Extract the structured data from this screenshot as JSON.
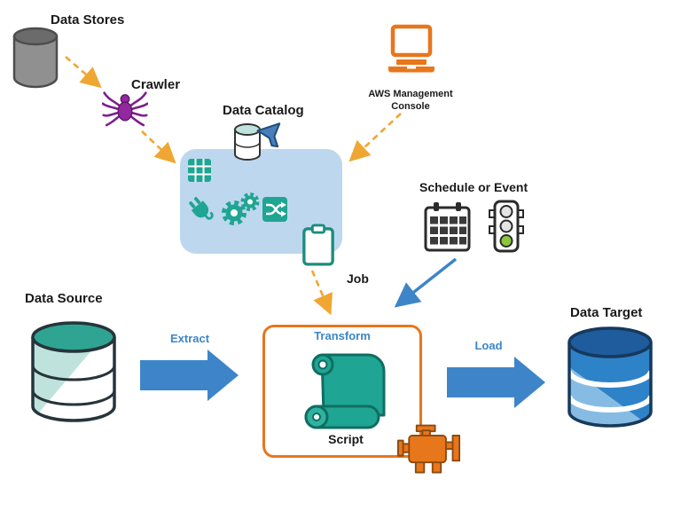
{
  "nodes": {
    "data_stores": {
      "label": "Data Stores",
      "icon": "database-cylinder-icon"
    },
    "crawler": {
      "label": "Crawler",
      "icon": "spider-icon"
    },
    "data_catalog": {
      "label": "Data Catalog",
      "icons": [
        "catalog-database-funnel-icon",
        "table-grid-icon",
        "plug-icon",
        "gears-icon",
        "shuffle-icon"
      ]
    },
    "aws_console": {
      "label": "AWS Management Console",
      "icon": "laptop-icon"
    },
    "schedule_or_event": {
      "label": "Schedule or Event",
      "icons": [
        "calendar-icon",
        "traffic-light-icon"
      ]
    },
    "job": {
      "label": "Job",
      "icon": "clipboard-icon"
    },
    "data_source": {
      "label": "Data Source",
      "icon": "database-cylinder-icon"
    },
    "transform": {
      "label": "Transform",
      "script_label": "Script",
      "icons": [
        "scroll-script-icon",
        "engine-icon"
      ]
    },
    "data_target": {
      "label": "Data Target",
      "icon": "database-cylinder-icon"
    }
  },
  "flows": {
    "extract": {
      "label": "Extract"
    },
    "load": {
      "label": "Load"
    }
  },
  "colors": {
    "aws_orange": "#E8761B",
    "dashed_arrow_orange": "#F0A632",
    "flow_blue": "#3D85C8",
    "glue_teal": "#1FA593",
    "catalog_panel_blue": "#BDD7EE",
    "crawler_purple": "#9327A0",
    "datastore_gray": "#8C8C8C",
    "target_blue": "#2E83C8",
    "traffic_green": "#8CC63E"
  }
}
